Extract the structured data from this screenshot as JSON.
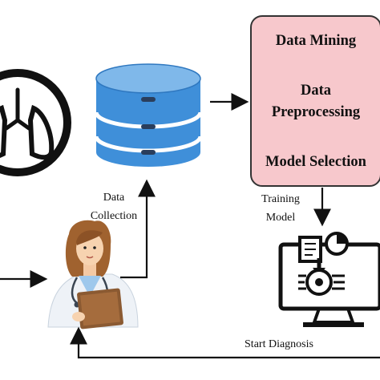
{
  "process_box": {
    "line1": "Data Mining",
    "line2a": "Data",
    "line2b": "Preprocessing",
    "line3": "Model Selection",
    "fill": "#f7c8cc",
    "border": "#333333"
  },
  "labels": {
    "data_collection_1": "Data",
    "data_collection_2": "Collection",
    "training_1": "Training",
    "training_2": "Model",
    "start_diagnosis": "Start Diagnosis"
  },
  "icons": {
    "lungs": "lungs-icon",
    "database": "database-icon",
    "doctor": "doctor-icon",
    "computer": "computer-analysis-icon"
  },
  "colors": {
    "database_blue": "#3f8fd9",
    "database_light": "#7fb8ea",
    "arrow": "#111111"
  }
}
